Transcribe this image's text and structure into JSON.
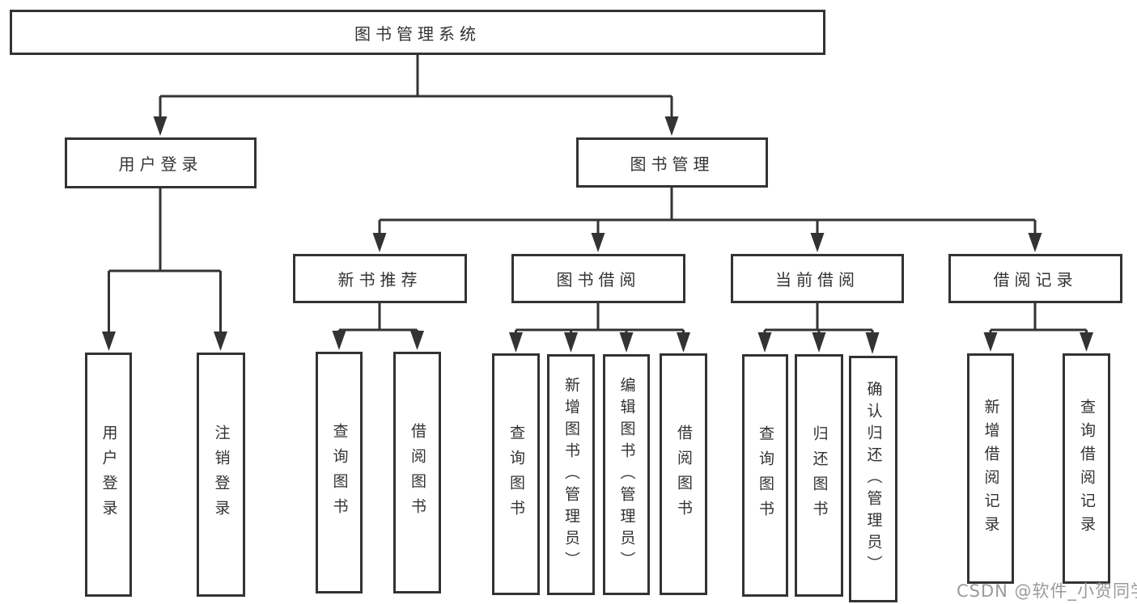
{
  "diagram": {
    "root": {
      "label": "图书管理系统"
    },
    "level2": [
      {
        "label": "用户登录"
      },
      {
        "label": "图书管理"
      }
    ],
    "level3": [
      {
        "label": "新书推荐"
      },
      {
        "label": "图书借阅"
      },
      {
        "label": "当前借阅"
      },
      {
        "label": "借阅记录"
      }
    ],
    "leaves": {
      "user_login": [
        "用户登录",
        "注销登录"
      ],
      "new_book": [
        "查询图书",
        "借阅图书"
      ],
      "book_borrow": [
        "查询图书",
        "新增图书（管理员）",
        "编辑图书（管理员）",
        "借阅图书"
      ],
      "current_borrow": [
        "查询图书",
        "归还图书",
        "确认归还（管理员）"
      ],
      "borrow_record": [
        "新增借阅记录",
        "查询借阅记录"
      ]
    },
    "watermark": "CSDN @软件_小贺同学",
    "colors": {
      "line": "#333333",
      "text": "#333333",
      "watermark": "#9a9a9a",
      "background": "#ffffff"
    }
  }
}
